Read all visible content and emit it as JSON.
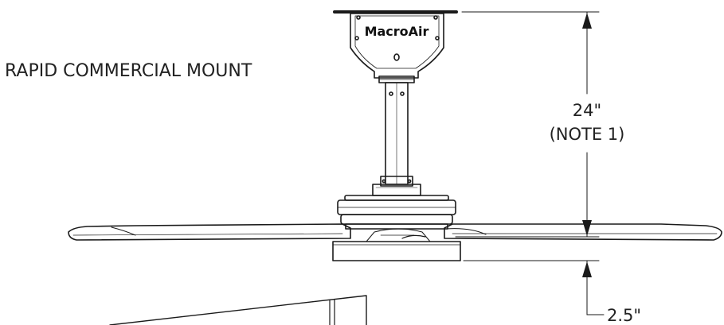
{
  "drawing": {
    "title": "RAPID COMMERCIAL MOUNT",
    "brand_logo": "MacroAir",
    "dim_height_value": "24\"",
    "dim_height_note": "(NOTE 1)",
    "dim_clearance_value": "2.5\""
  },
  "colors": {
    "line": "#1a1a1a",
    "background": "#ffffff"
  }
}
